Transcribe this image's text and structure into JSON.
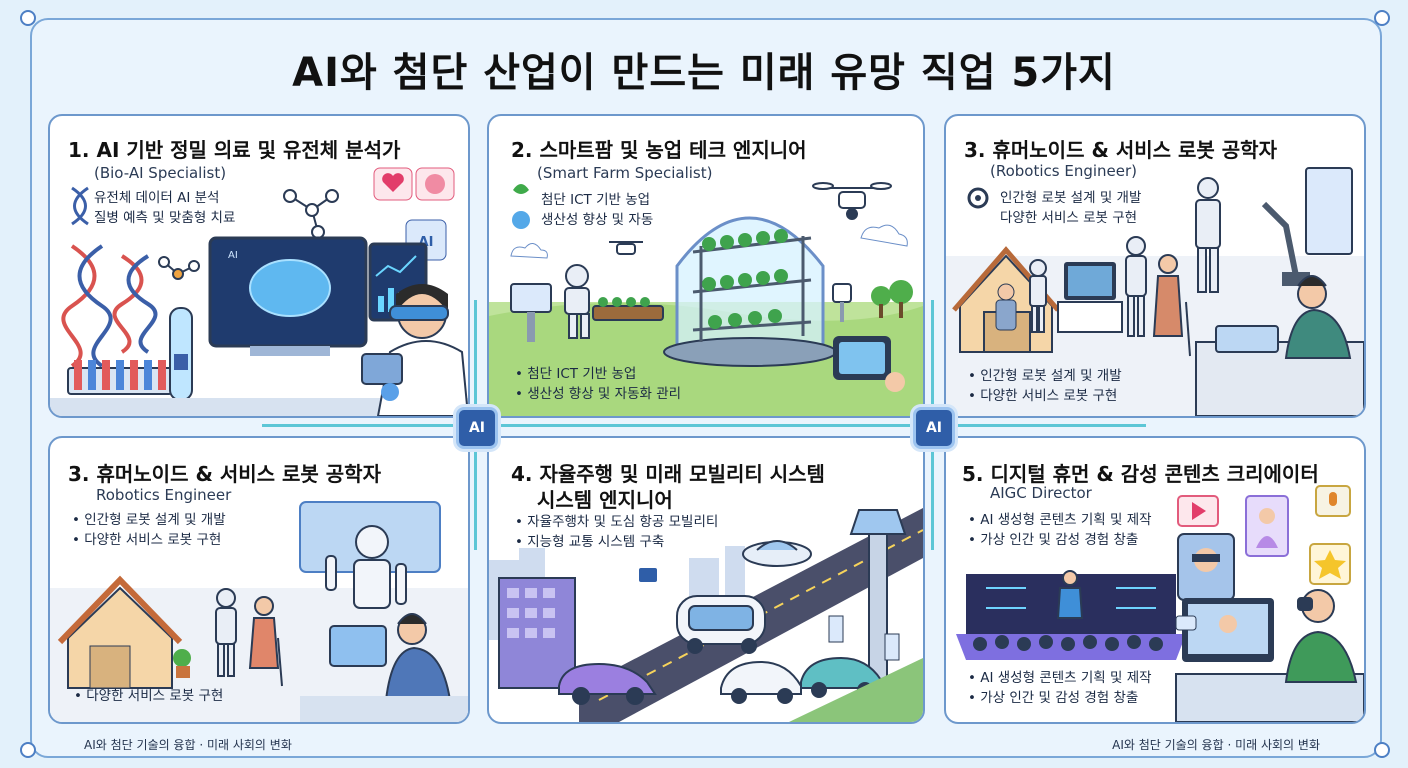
{
  "title": "AI와 첨단 산업이 만드는 미래 유망 직업 5가지",
  "ai_badge": "AI",
  "panels": [
    {
      "title": "1. AI 기반 정밀 의료 및 유전체 분석가",
      "subtitle": "(Bio-AI Specialist)",
      "bullets_top": [
        "유전체 데이터 AI 분석",
        "질병 예측 및 맞춤형 치료"
      ],
      "screen_badge": "AI",
      "screen_label": "AI"
    },
    {
      "title": "2. 스마트팜 및 농업 테크 엔지니어",
      "subtitle": "(Smart Farm Specialist)",
      "bullets_top": [
        "첨단 ICT 기반 농업",
        "생산성 향상 및 자동"
      ],
      "bullets_bottom": [
        "• 첨단 ICT 기반 농업",
        "• 생산성 향상 및 자동화 관리"
      ]
    },
    {
      "title": "3. 휴머노이드 & 서비스 로봇 공학자",
      "subtitle": "(Robotics Engineer)",
      "bullets_top": [
        "인간형 로봇 설계 및 개발",
        "다양한 서비스 로봇 구현"
      ],
      "bullets_bottom": [
        "• 인간형 로봇 설계 및 개발",
        "• 다양한 서비스 로봇 구현"
      ]
    },
    {
      "title": "3. 휴머노이드 & 서비스 로봇 공학자",
      "subtitle": "Robotics Engineer",
      "bullets_top": [
        "• 인간형 로봇 설계 및 개발",
        "• 다양한 서비스 로봇 구현"
      ],
      "bullets_bottom": [
        "• 다양한 서비스 로봇 구현"
      ]
    },
    {
      "title_line1": "4. 자율주행 및 미래 모빌리티 시스템",
      "title_line2": "시스템 엔지니어",
      "bullets_top": [
        "• 자율주행차 및 도심 항공 모빌리티",
        "• 지능형 교통 시스템 구축"
      ]
    },
    {
      "title": "5. 디지털 휴먼 & 감성 콘텐츠 크리에이터",
      "subtitle": "AIGC Director",
      "bullets_top": [
        "• AI 생성형 콘텐츠 기획 및 제작",
        "• 가상 인간 및 감성 경험 창출"
      ],
      "bullets_bottom": [
        "• AI 생성형 콘텐츠 기획 및 제작",
        "• 가상 인간 및 감성 경험 창출"
      ]
    }
  ],
  "footer_left": "AI와 첨단 기술의 융합 · 미래 사회의 변화",
  "footer_right": "AI와 첨단 기술의 융합 · 미래 사회의 변화",
  "colors": {
    "accent": "#2f5ea8",
    "frame": "#7aa7d8",
    "connector": "#5cc6d6",
    "grass": "#9fd27a"
  }
}
